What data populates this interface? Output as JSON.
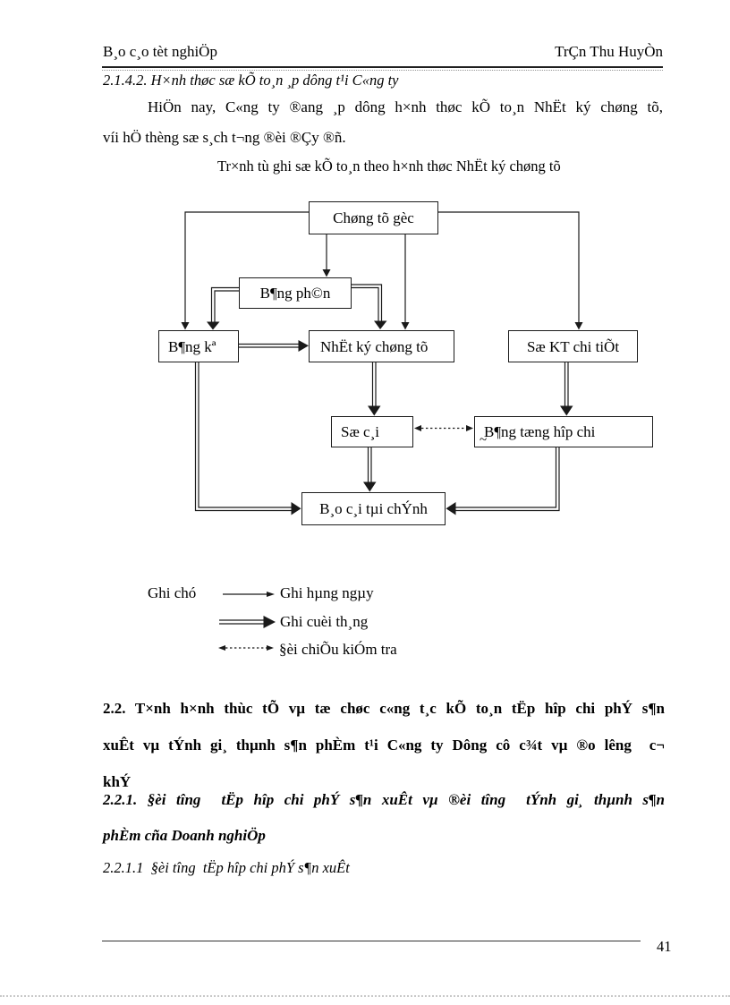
{
  "header": {
    "left": "B¸o c¸o tèt nghiÖp",
    "right": "TrÇn Thu HuyÒn"
  },
  "headings": {
    "h2142": "2.1.4.2. H×nh thøc sæ kÕ to¸n ¸p dông t¹i C«ng ty",
    "caption": "Tr×nh tù ghi sæ kÕ to¸n theo h×nh thøc NhËt ký chøng tõ"
  },
  "paragraph": {
    "line1": "HiÖn nay, C«ng ty ®ang ¸p dông h×nh thøc kÕ to¸n NhËt ký chøng tõ,",
    "line2": "víi hÖ thèng sæ s¸ch t¬ng ®èi ®Çy ®ñ."
  },
  "diagram": {
    "boxes": {
      "chung_tu_goc": "Chøng tõ gèc",
      "bang_phan": "B¶ng ph©n",
      "bang_ke": "B¶ng kª",
      "nhat_ky": "NhËt ký chøng tõ",
      "so_kt": "Sæ KT chi tiÕt",
      "so_cai": "Sæ c¸i",
      "bang_tong_hop": "B¶ng tæng hîp chi",
      "bao_cao": "B¸o c¸i tµi chÝnh",
      "tilde": "~"
    },
    "legend": {
      "title": "Ghi chó",
      "daily": "Ghi hµng ngµy",
      "monthly": "Ghi cuèi th¸ng",
      "check": "§èi chiÕu kiÓm tra"
    }
  },
  "sections": {
    "s22": {
      "line1": "2.2. T×nh h×nh thùc tÕ vµ tæ chøc c«ng t¸c kÕ to¸n tËp hîp chi phÝ s¶n",
      "line2": "xuÊt vµ tÝnh gi¸ thµnh s¶n phÈm t¹i C«ng ty Dông cô c¾t vµ ®o lêng  c¬",
      "line3": "khÝ"
    },
    "s221": {
      "line1": "2.2.1. §èi tîng  tËp hîp chi phÝ s¶n xuÊt vµ ®èi tîng  tÝnh gi¸ thµnh s¶n",
      "line2": "phÈm cña Doanh nghiÖp"
    },
    "s2211": "2.2.1.1  §èi tîng  tËp hîp chi phÝ s¶n xuÊt"
  },
  "footer": {
    "page_number": "41"
  }
}
